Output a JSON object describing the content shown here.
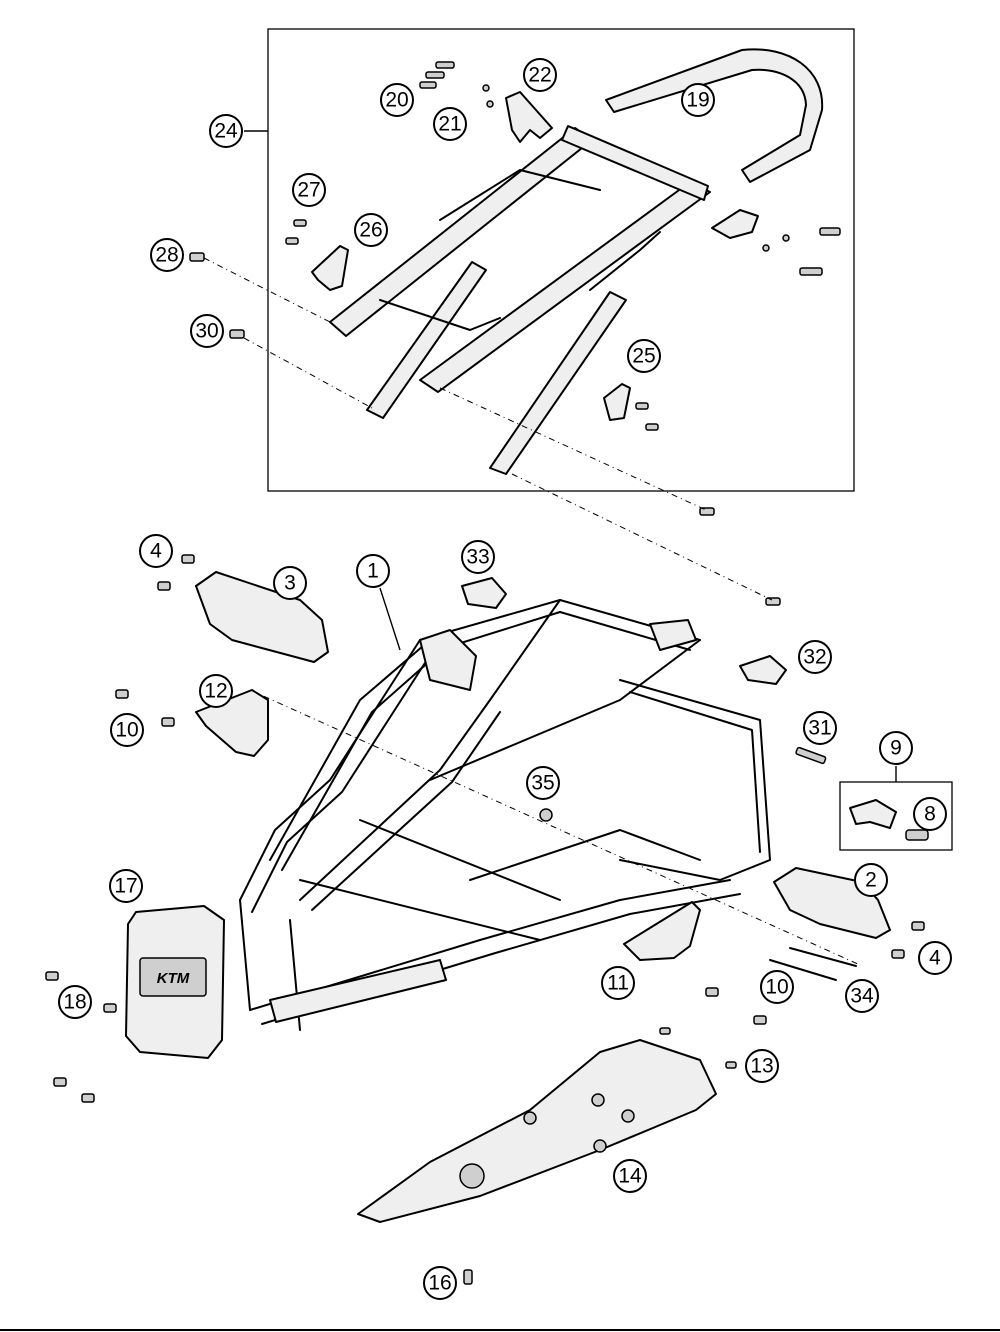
{
  "callouts": [
    {
      "id": "c1",
      "label": "1"
    },
    {
      "id": "c2",
      "label": "2"
    },
    {
      "id": "c3",
      "label": "3"
    },
    {
      "id": "c4a",
      "label": "4"
    },
    {
      "id": "c4b",
      "label": "4"
    },
    {
      "id": "c8",
      "label": "8"
    },
    {
      "id": "c9",
      "label": "9"
    },
    {
      "id": "c10a",
      "label": "10"
    },
    {
      "id": "c10b",
      "label": "10"
    },
    {
      "id": "c11",
      "label": "11"
    },
    {
      "id": "c12",
      "label": "12"
    },
    {
      "id": "c13",
      "label": "13"
    },
    {
      "id": "c14",
      "label": "14"
    },
    {
      "id": "c16",
      "label": "16"
    },
    {
      "id": "c17",
      "label": "17"
    },
    {
      "id": "c18",
      "label": "18"
    },
    {
      "id": "c19",
      "label": "19"
    },
    {
      "id": "c20",
      "label": "20"
    },
    {
      "id": "c21",
      "label": "21"
    },
    {
      "id": "c22",
      "label": "22"
    },
    {
      "id": "c24",
      "label": "24"
    },
    {
      "id": "c25",
      "label": "25"
    },
    {
      "id": "c26",
      "label": "26"
    },
    {
      "id": "c27",
      "label": "27"
    },
    {
      "id": "c28",
      "label": "28"
    },
    {
      "id": "c30",
      "label": "30"
    },
    {
      "id": "c31",
      "label": "31"
    },
    {
      "id": "c32",
      "label": "32"
    },
    {
      "id": "c33",
      "label": "33"
    },
    {
      "id": "c34",
      "label": "34"
    },
    {
      "id": "c35",
      "label": "35"
    }
  ],
  "logo": {
    "text": "KTM"
  }
}
